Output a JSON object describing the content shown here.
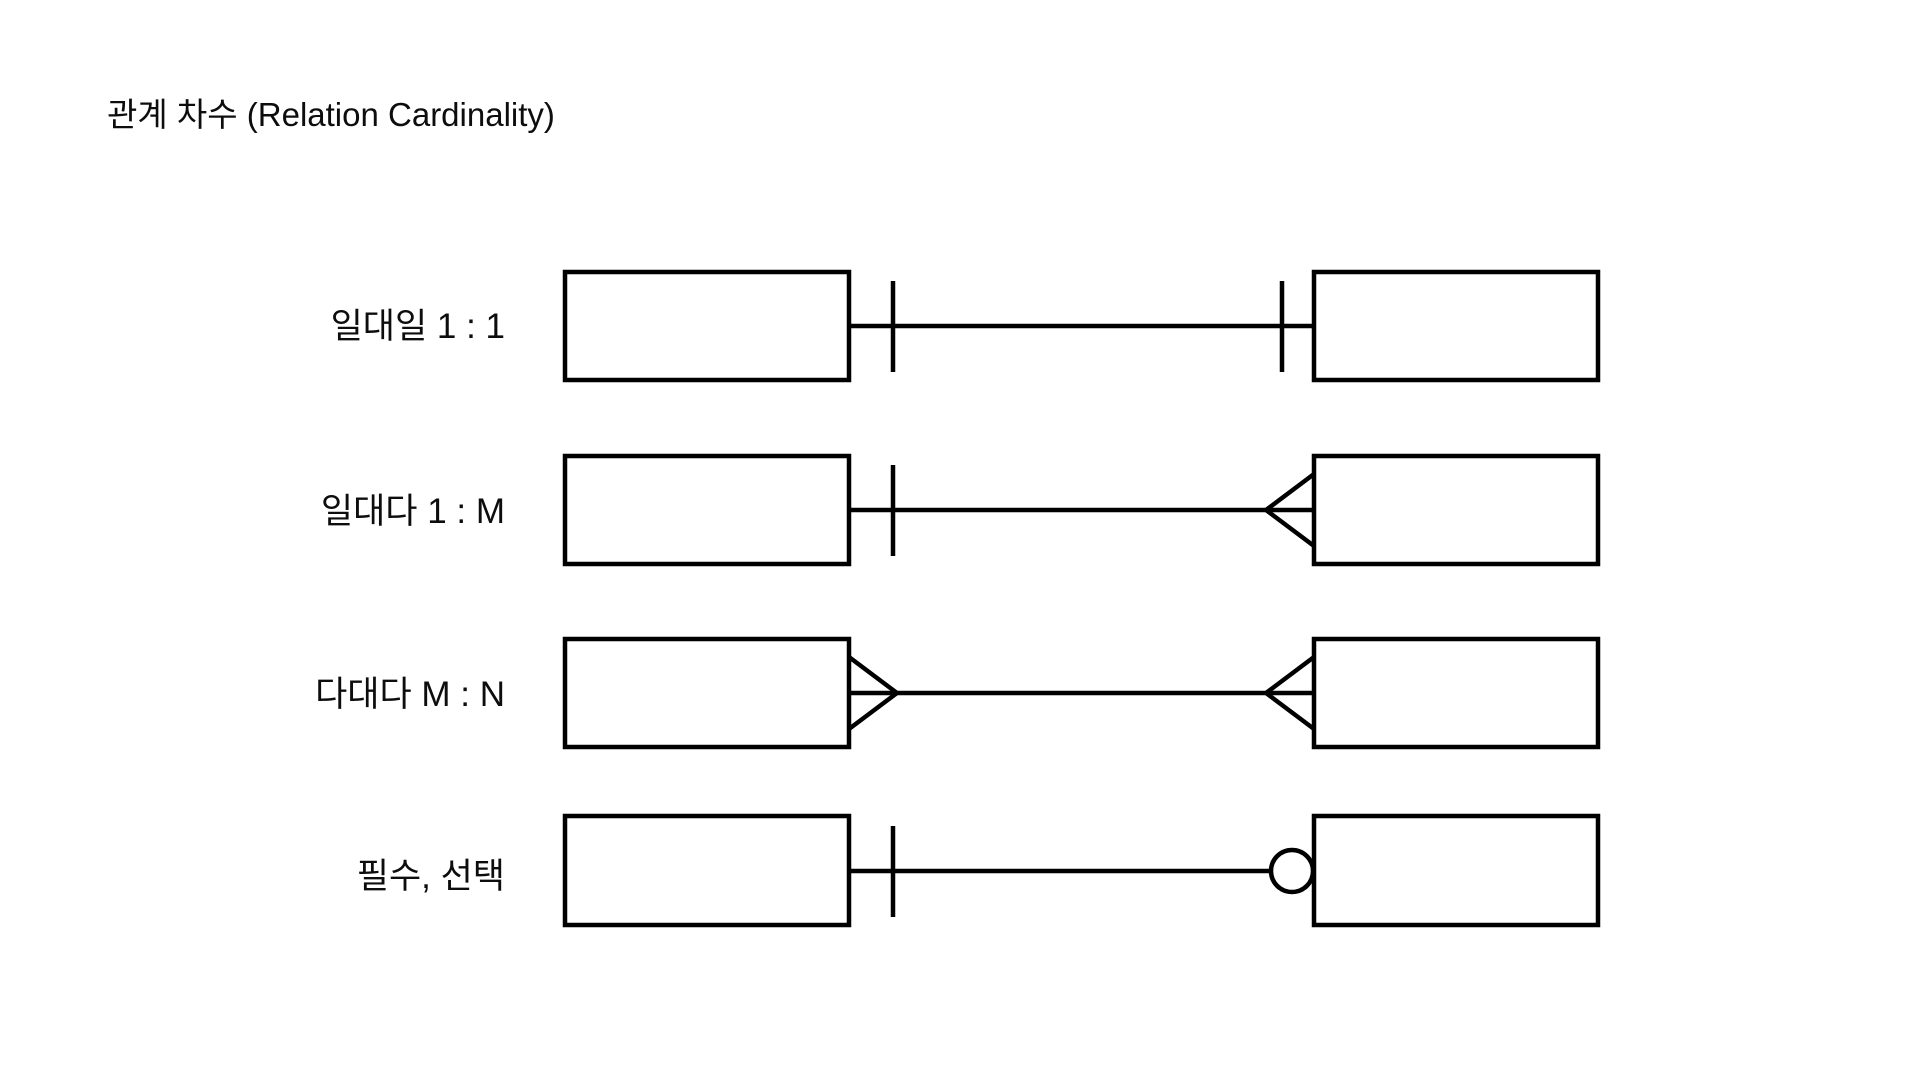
{
  "page": {
    "title": "관계 차수 (Relation Cardinality)",
    "background_color": "#ffffff",
    "line_color": "#000000",
    "text_color": "#0d0d0d"
  },
  "diagram": {
    "type": "er-cardinality-notation-legend",
    "rows": [
      {
        "id": "one-to-one",
        "label": "일대일 1 : 1",
        "left_entity": {
          "label": ""
        },
        "right_entity": {
          "label": ""
        },
        "left_notation": "one",
        "right_notation": "one",
        "left_notation_name": "one-tick",
        "right_notation_name": "one-tick"
      },
      {
        "id": "one-to-many",
        "label": "일대다 1 : M",
        "left_entity": {
          "label": ""
        },
        "right_entity": {
          "label": ""
        },
        "left_notation": "one",
        "right_notation": "many",
        "left_notation_name": "one-tick",
        "right_notation_name": "crows-foot"
      },
      {
        "id": "many-to-many",
        "label": "다대다 M : N",
        "left_entity": {
          "label": ""
        },
        "right_entity": {
          "label": ""
        },
        "left_notation": "many",
        "right_notation": "many",
        "left_notation_name": "crows-foot",
        "right_notation_name": "crows-foot"
      },
      {
        "id": "mandatory-optional",
        "label": "필수, 선택",
        "left_entity": {
          "label": ""
        },
        "right_entity": {
          "label": ""
        },
        "left_notation": "mandatory-one",
        "right_notation": "optional-zero",
        "left_notation_name": "one-tick",
        "right_notation_name": "optional-circle"
      }
    ]
  }
}
